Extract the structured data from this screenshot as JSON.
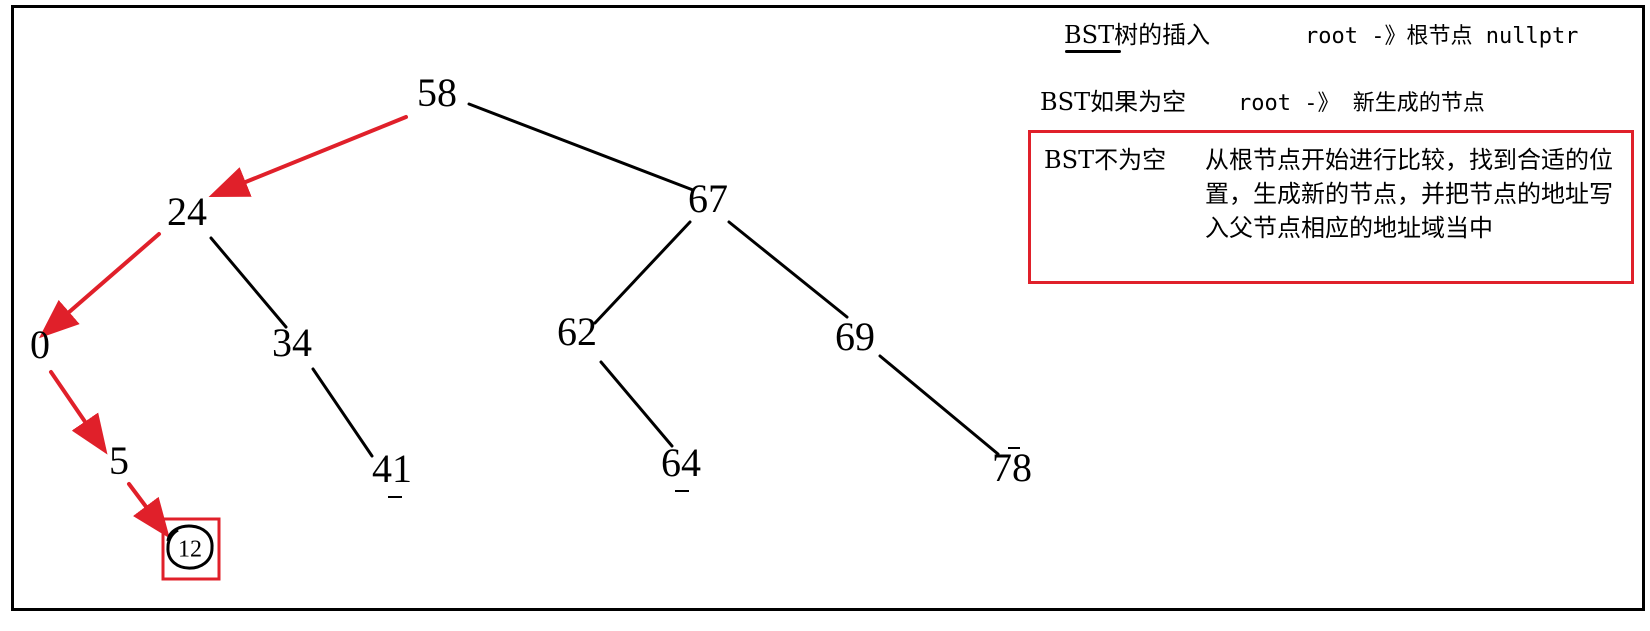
{
  "tree": {
    "nodes": [
      {
        "id": "n58",
        "label": "58"
      },
      {
        "id": "n24",
        "label": "24"
      },
      {
        "id": "n67",
        "label": "67"
      },
      {
        "id": "n0",
        "label": "0"
      },
      {
        "id": "n34",
        "label": "34"
      },
      {
        "id": "n62",
        "label": "62"
      },
      {
        "id": "n69",
        "label": "69"
      },
      {
        "id": "n5",
        "label": "5"
      },
      {
        "id": "n41",
        "label": "41"
      },
      {
        "id": "n64",
        "label": "64"
      },
      {
        "id": "n78",
        "label": "78"
      }
    ],
    "new_node": {
      "id": "n12",
      "label": "12"
    },
    "edges": [
      [
        "n58",
        "n67"
      ],
      [
        "n24",
        "n34"
      ],
      [
        "n34",
        "n41"
      ],
      [
        "n67",
        "n62"
      ],
      [
        "n67",
        "n69"
      ],
      [
        "n62",
        "n64"
      ],
      [
        "n69",
        "n78"
      ]
    ],
    "insertion_path": [
      "n58",
      "n24",
      "n0",
      "n5",
      "n12"
    ],
    "colors": {
      "line": "#000000",
      "path": "#e0202a",
      "highlight_box": "#e0202a"
    }
  },
  "notes": {
    "line1": {
      "title": "BST树的插入",
      "detail": "root -》根节点 nullptr"
    },
    "line2": {
      "title": "BST如果为空",
      "detail": "root -》 新生成的节点"
    },
    "line3": {
      "title": "BST不为空",
      "detail": "从根节点开始进行比较，找到合适的位置，生成新的节点，并把节点的地址写入父节点相应的地址域当中"
    }
  }
}
